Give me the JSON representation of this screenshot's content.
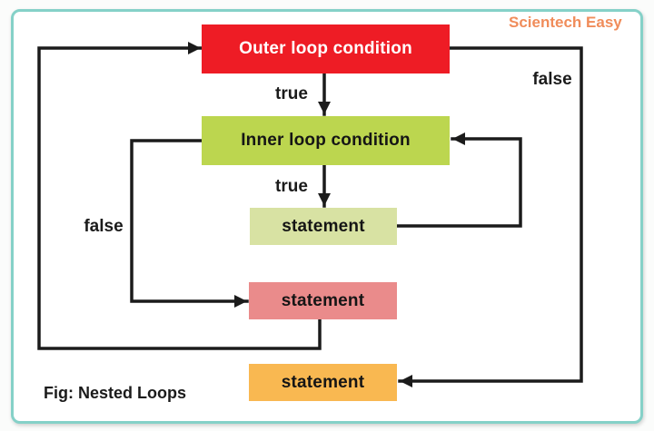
{
  "page": {
    "background": "#fbfcfb",
    "card_background": "#ffffff",
    "card_border_color": "#85d1c8",
    "line_color": "#1b1b1b"
  },
  "watermark": {
    "text": "Scientech Easy",
    "color": "#f08c5a"
  },
  "caption": {
    "text": "Fig: Nested Loops"
  },
  "nodes": {
    "outer_condition": {
      "label": "Outer loop condition",
      "bg": "#ee1c25",
      "fg": "#ffffff"
    },
    "inner_condition": {
      "label": "Inner loop condition",
      "bg": "#bcd64f",
      "fg": "#151515"
    },
    "inner_statement": {
      "label": "statement",
      "bg": "#d8e2a3",
      "fg": "#151515"
    },
    "outer_statement": {
      "label": "statement",
      "bg": "#ea8b8b",
      "fg": "#151515"
    },
    "exit_statement": {
      "label": "statement",
      "bg": "#f9b851",
      "fg": "#151515"
    }
  },
  "edge_labels": {
    "outer_true": "true",
    "inner_true": "true",
    "inner_false": "false",
    "outer_false": "false"
  }
}
